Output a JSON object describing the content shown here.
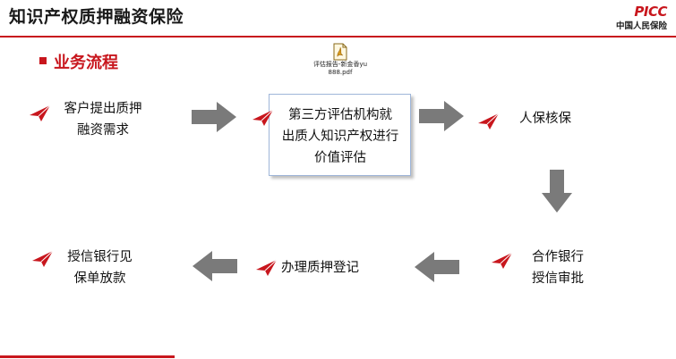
{
  "header": {
    "title": "知识产权质押融资保险",
    "logo_mark": "PICC",
    "logo_sub": "中国人民保险"
  },
  "section": {
    "title": "业务流程"
  },
  "attachment": {
    "icon": "pdf-file-icon",
    "name_line1": "评估报告-新金香yu",
    "name_line2": "888.pdf"
  },
  "steps": {
    "s1": {
      "line1": "客户提出质押",
      "line2": "融资需求"
    },
    "s2": {
      "line1": "第三方评估机构就",
      "line2": "出质人知识产权进行",
      "line3": "价值评估"
    },
    "s3": {
      "line1": "人保核保"
    },
    "s4": {
      "line1": "合作银行",
      "line2": "授信审批"
    },
    "s5": {
      "line1": "办理质押登记"
    },
    "s6": {
      "line1": "授信银行见",
      "line2": "保单放款"
    }
  },
  "colors": {
    "brand_red": "#c8161d",
    "arrow_gray": "#7a7a7a",
    "box_border": "#9fb6d9"
  }
}
